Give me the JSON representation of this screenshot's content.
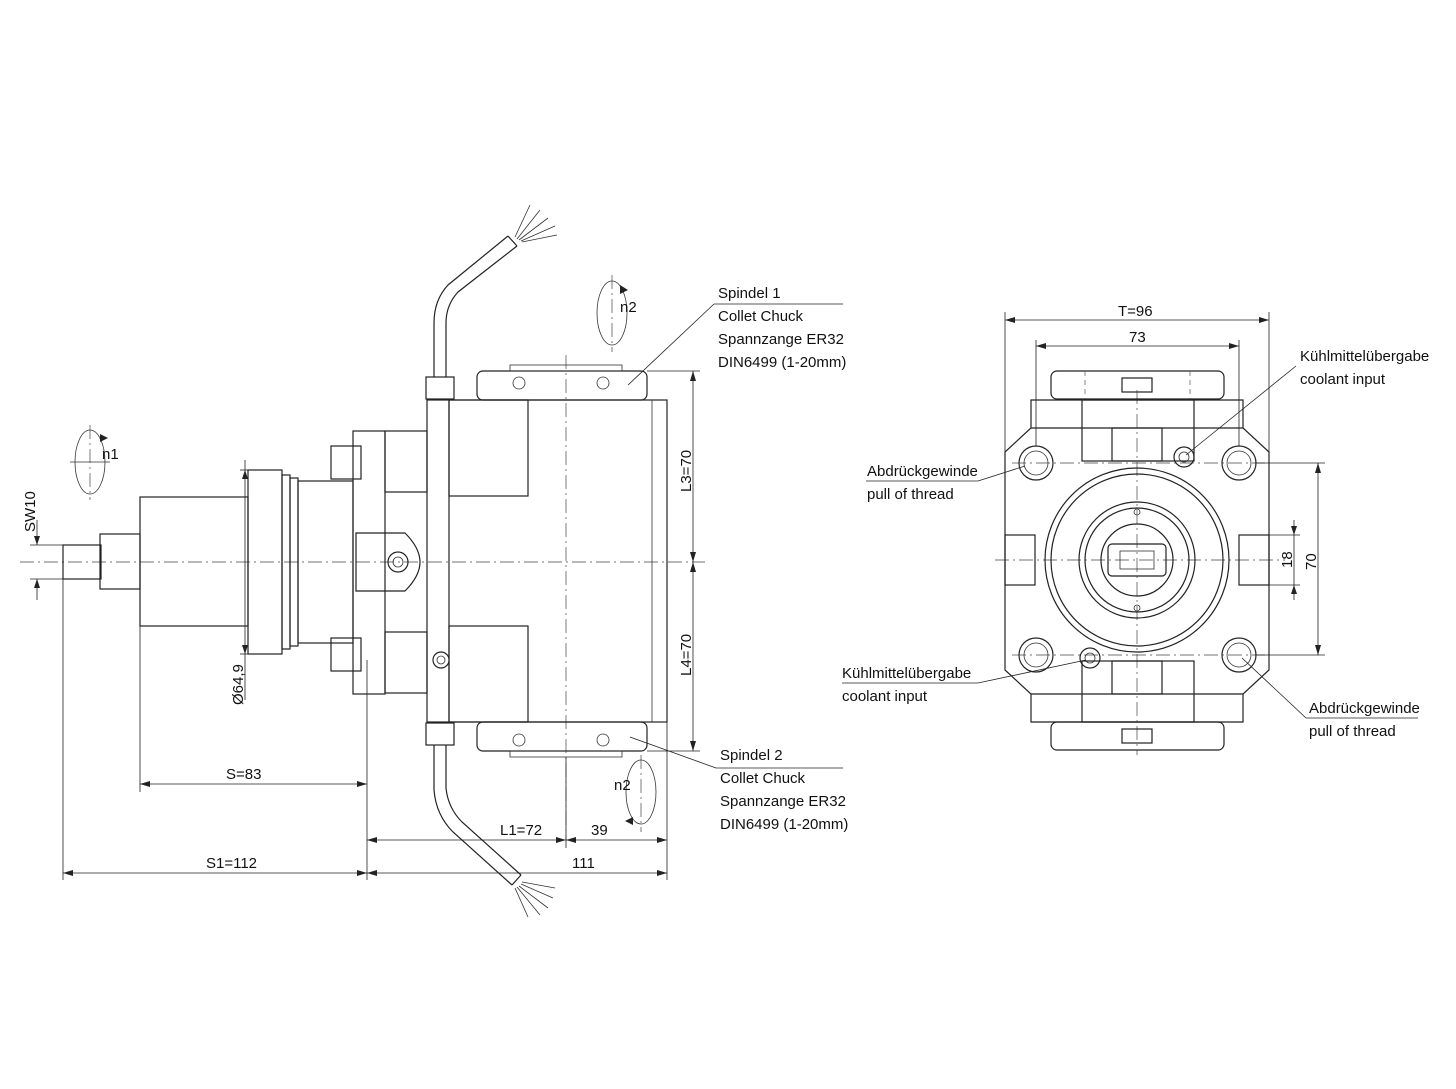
{
  "side_view": {
    "rotation_input_label": "n1",
    "rotation_output_top_label": "n2",
    "rotation_output_bottom_label": "n2",
    "spindle1_lines": [
      "Spindel 1",
      "Collet Chuck",
      "Spannzange ER32",
      "DIN6499 (1-20mm)"
    ],
    "spindle2_lines": [
      "Spindel 2",
      "Collet Chuck",
      "Spannzange ER32",
      "DIN6499 (1-20mm)"
    ],
    "dimensions": {
      "sw": "SW10",
      "diameter": "Ø64,9",
      "s": "S=83",
      "s1": "S1=112",
      "l1": "L1=72",
      "offset": "39",
      "overall": "111",
      "l3": "L3=70",
      "l4": "L4=70"
    }
  },
  "front_view": {
    "dimensions": {
      "t": "T=96",
      "width": "73",
      "small": "18",
      "height": "70"
    },
    "labels": {
      "coolant_top": [
        "Kühlmittelübergabe",
        "coolant input"
      ],
      "pull_left": [
        "Abdrückgewinde",
        "pull of thread"
      ],
      "coolant_bottom": [
        "Kühlmittelübergabe",
        "coolant input"
      ],
      "pull_right": [
        "Abdrückgewinde",
        "pull of thread"
      ]
    }
  }
}
